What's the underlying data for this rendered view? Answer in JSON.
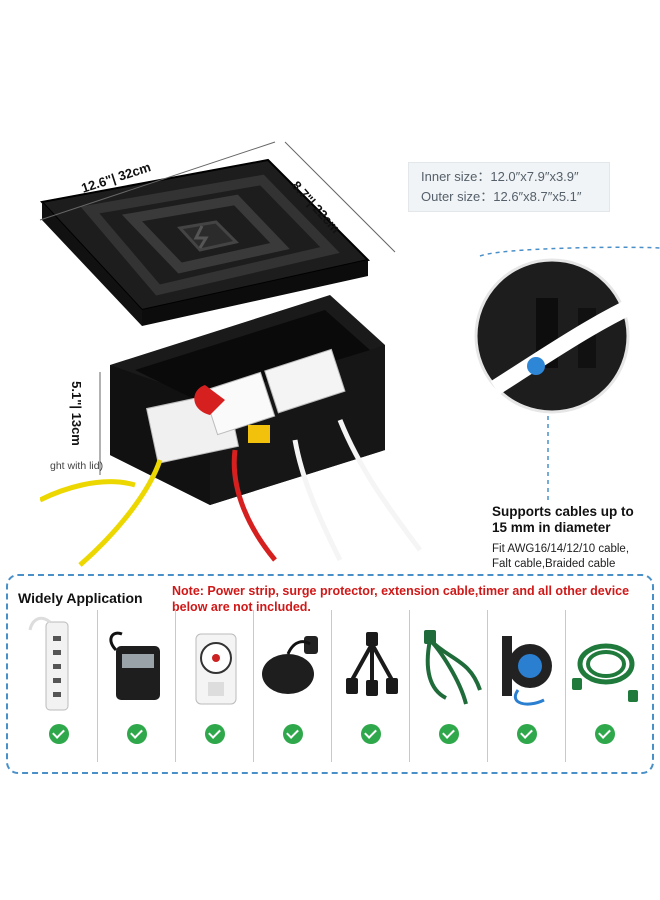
{
  "dimensions": {
    "length": "12.6\"| 32cm",
    "width": "8.7\"| 22cm",
    "height": "5.1\"| 13cm",
    "height_note": "ght with lid)"
  },
  "sizes": {
    "inner": "Inner size：12.0″x7.9″x3.9″",
    "outer": "Outer size：12.6″x8.7″x5.1″"
  },
  "support": {
    "line1": "Supports cables up to",
    "line2": "15 mm in diameter",
    "line3": "Fit AWG16/14/12/10 cable,",
    "line4": "Falt cable,Braided cable"
  },
  "application": {
    "title": "Widely Application",
    "note": "Note: Power strip, surge protector, extension cable,timer and all other device below are not included.",
    "devices": [
      {
        "icon": "power-strip-icon"
      },
      {
        "icon": "digital-timer-icon"
      },
      {
        "icon": "mechanical-timer-icon"
      },
      {
        "icon": "outdoor-outlet-hub-icon"
      },
      {
        "icon": "splitter-cord-icon"
      },
      {
        "icon": "green-splitter-icon"
      },
      {
        "icon": "cord-reel-icon"
      },
      {
        "icon": "green-extension-cord-icon"
      }
    ]
  },
  "colors": {
    "accent": "#4a90c8",
    "note": "#d01818",
    "check": "#2ea84a",
    "box": "#1b1b1b"
  }
}
